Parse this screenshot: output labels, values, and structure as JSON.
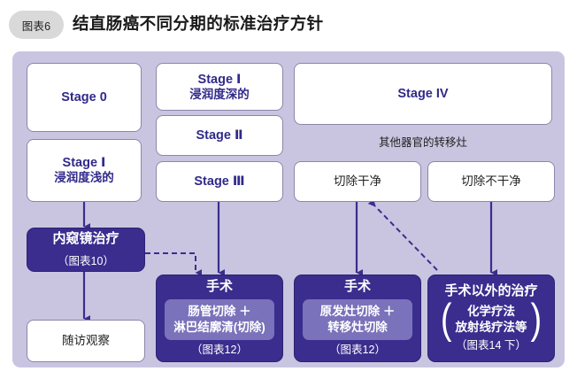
{
  "header": {
    "badge": "图表6",
    "title": "结直肠癌不同分期的标准治疗方针"
  },
  "colors": {
    "canvas_bg": "#c9c5e0",
    "stage_text": "#312a8a",
    "dark_box": "#3a2d8e",
    "inner_panel": "#7a72ba",
    "arrow": "#3a2d8e",
    "badge_bg": "#d9d9d9"
  },
  "stages": {
    "stage0": {
      "title": "Stage 0"
    },
    "stage1_deep": {
      "title": "Stage Ⅰ",
      "sub": "浸润度深的"
    },
    "stage2": {
      "title": "Stage Ⅱ"
    },
    "stage1_shallow": {
      "title": "Stage Ⅰ",
      "sub": "浸润度浅的"
    },
    "stage3": {
      "title": "Stage Ⅲ"
    },
    "stage4": {
      "title": "Stage IV"
    }
  },
  "meta_label": "其他器官的转移灶",
  "resection": {
    "clean": "切除干净",
    "not_clean": "切除不干净"
  },
  "treatments": {
    "endoscopic": {
      "title": "内窥镜治疗",
      "note": "（图表10）"
    },
    "followup": {
      "title": "随访观察"
    },
    "surgery_a": {
      "title": "手术",
      "detail_line1": "肠管切除 ＋",
      "detail_line2": "淋巴结廓清(切除)",
      "note": "（图表12）"
    },
    "surgery_b": {
      "title": "手术",
      "detail_line1": "原发灶切除 ＋",
      "detail_line2": "转移灶切除",
      "note": "（图表12）"
    },
    "non_surgery": {
      "title": "手术以外的治疗",
      "paren_open": "(",
      "paren_close": ")",
      "detail_line1": "化学疗法",
      "detail_line2": "放射线疗法等",
      "note": "（图表14 下）"
    }
  }
}
